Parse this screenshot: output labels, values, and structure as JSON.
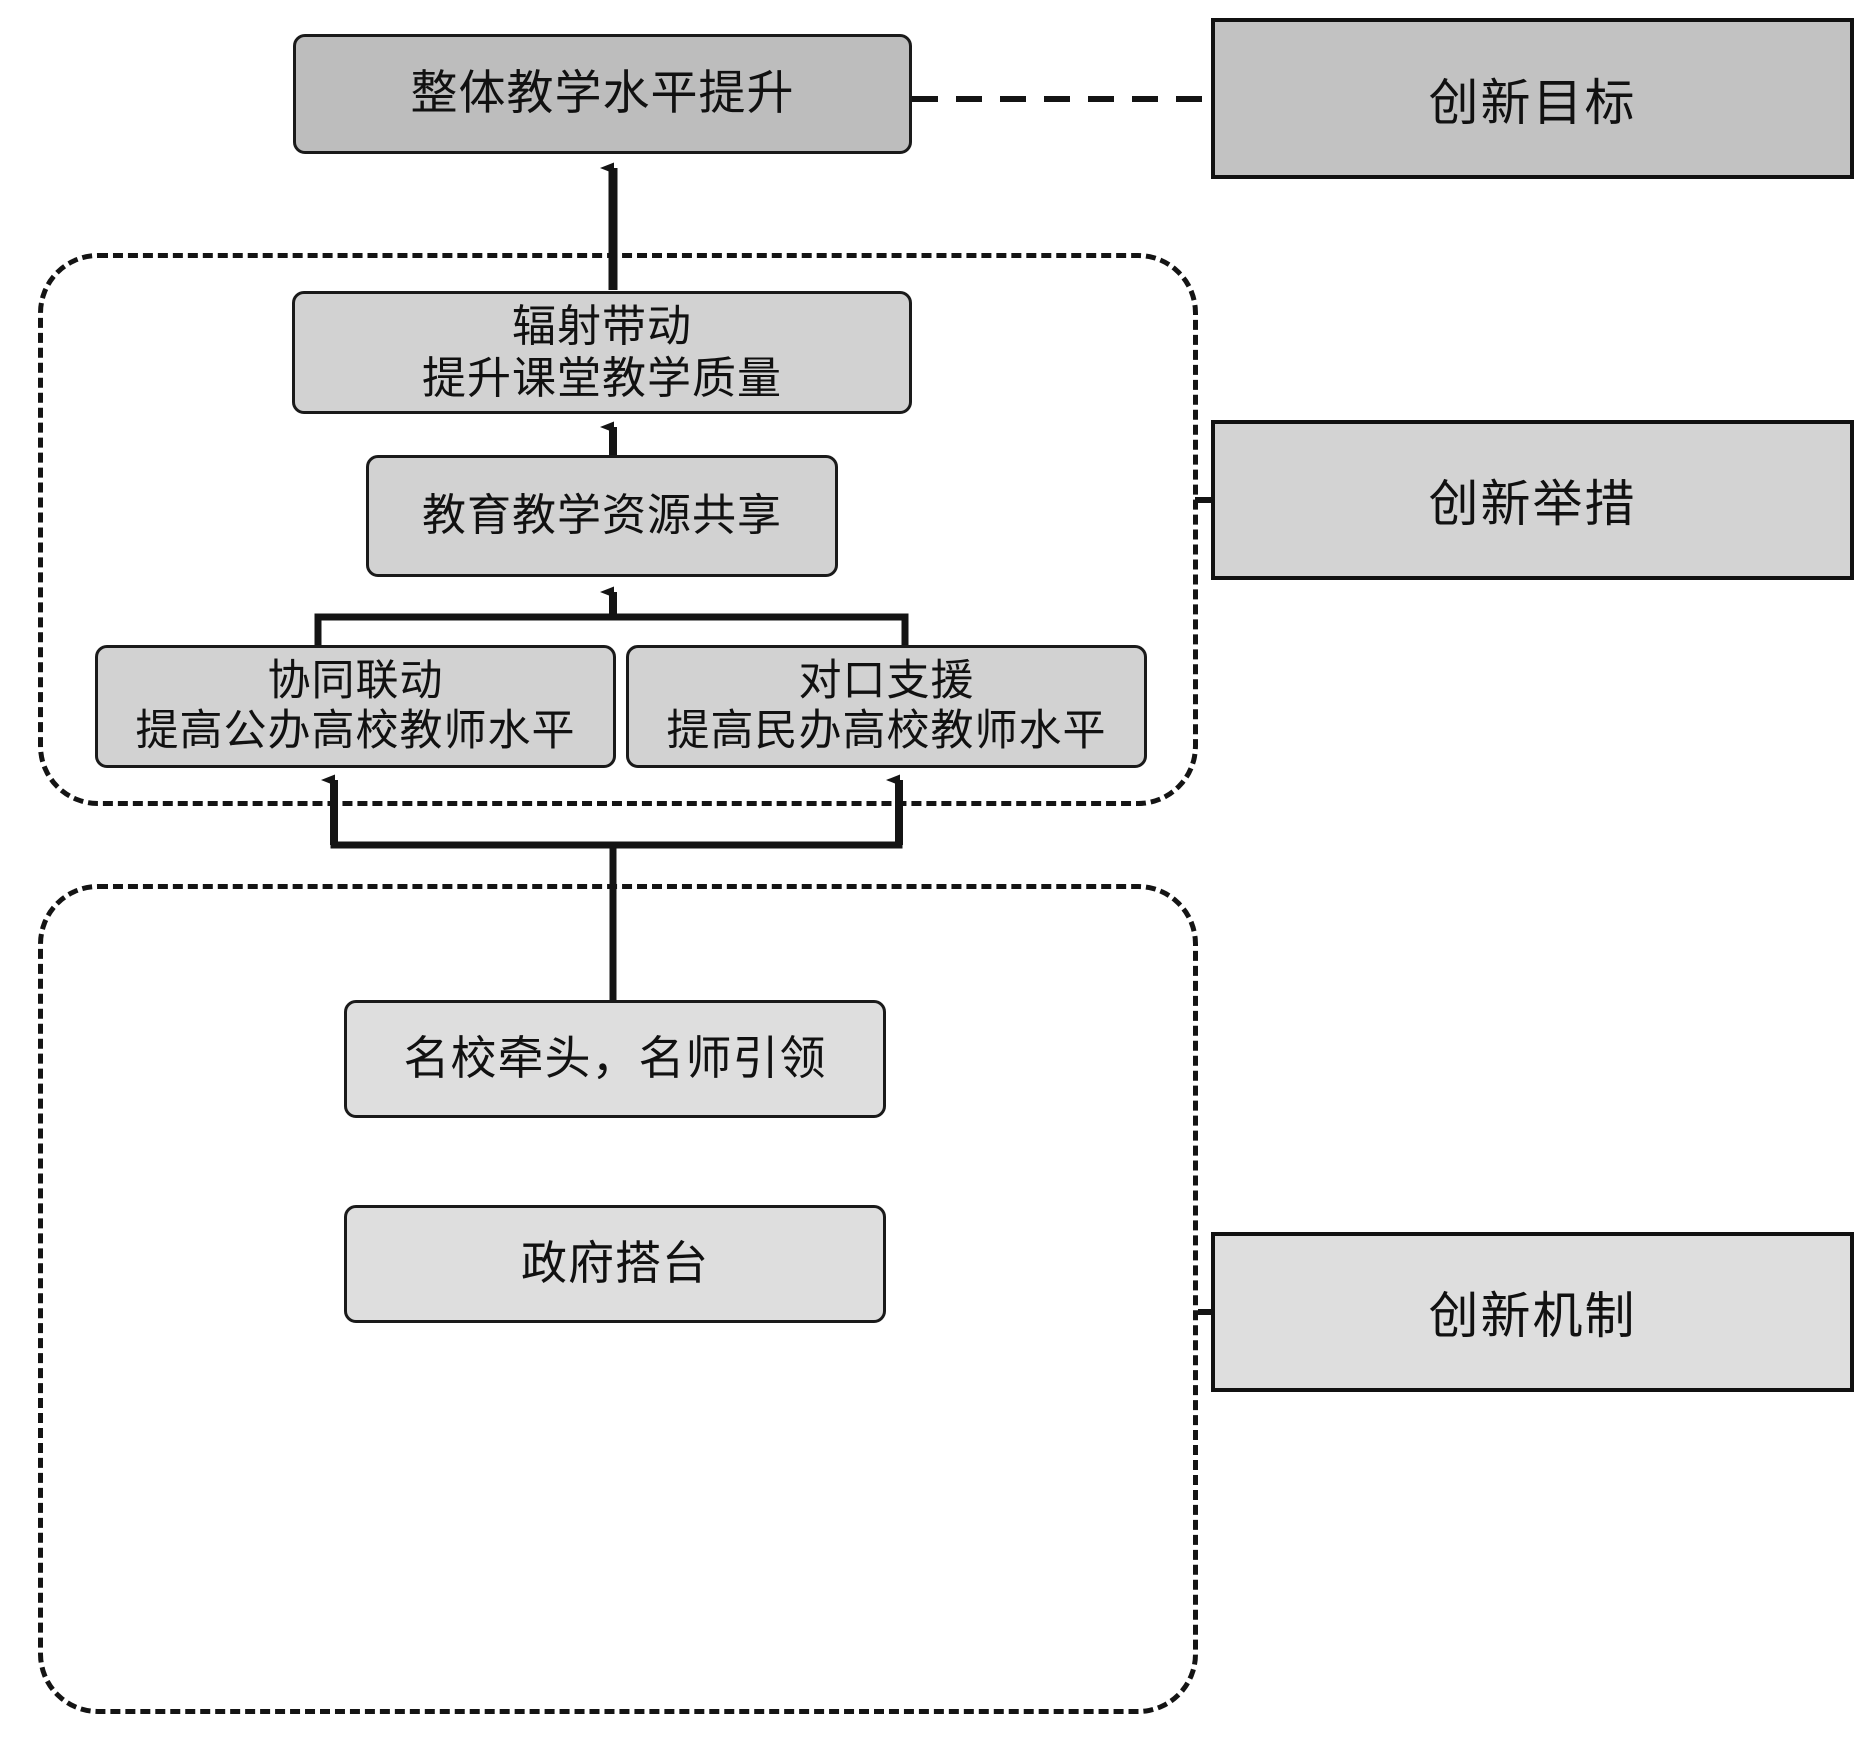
{
  "diagram": {
    "title_text": "",
    "colors": {
      "goal_fill": "#bdbdbd",
      "measure_fill": "#d2d2d2",
      "mechanism_fill": "#dedede",
      "stroke": "#1a1a1a",
      "background": "#ffffff"
    }
  },
  "nodes": {
    "goal": {
      "label": "整体教学水平提升"
    },
    "radiate": {
      "label": "辐射带动\n提升课堂教学质量"
    },
    "resource_share": {
      "label": "教育教学资源共享"
    },
    "public_uni": {
      "label": "协同联动\n提高公办高校教师水平"
    },
    "private_uni": {
      "label": "对口支援\n提高民办高校教师水平"
    },
    "school_lead": {
      "label": "名校牵头，名师引领"
    },
    "gov_stage": {
      "label": "政府搭台"
    }
  },
  "side_labels": {
    "goal": {
      "label": "创新目标"
    },
    "measures": {
      "label": "创新举措"
    },
    "mechanism": {
      "label": "创新机制"
    }
  },
  "groups": {
    "measures_group": {
      "name": "创新举措"
    },
    "mechanism_group": {
      "name": "创新机制"
    }
  }
}
